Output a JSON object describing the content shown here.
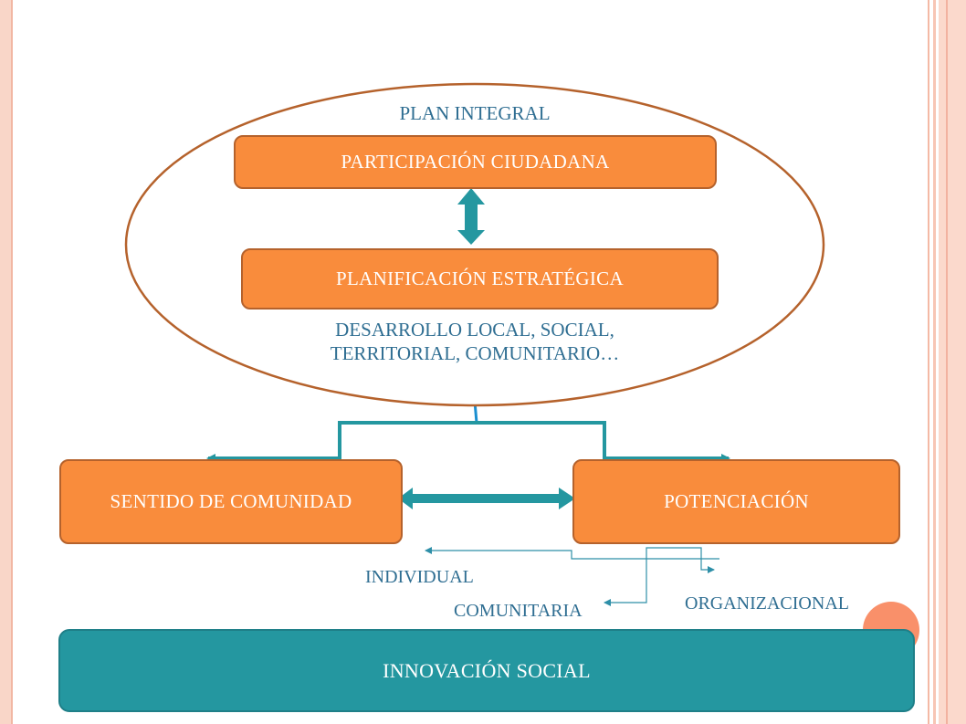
{
  "ellipse": {
    "title": "PLAN INTEGRAL",
    "caption_line1": "DESARROLLO LOCAL, SOCIAL,",
    "caption_line2": "TERRITORIAL, COMUNITARIO…"
  },
  "boxes": {
    "participacion": "PARTICIPACIÓN CIUDADANA",
    "planificacion": "PLANIFICACIÓN ESTRATÉGICA",
    "sentido": "SENTIDO DE COMUNIDAD",
    "potenciacion": "POTENCIACIÓN",
    "innovacion": "INNOVACIÓN SOCIAL"
  },
  "levels": {
    "individual": "INDIVIDUAL",
    "comunitaria": "COMUNITARIA",
    "organizacional": "ORGANIZACIONAL"
  },
  "colors": {
    "box_orange": "#f98c3c",
    "box_border": "#b5622c",
    "teal": "#2497a0",
    "label_blue": "#2f6e92",
    "frame_peach": "#f9d6c8"
  }
}
